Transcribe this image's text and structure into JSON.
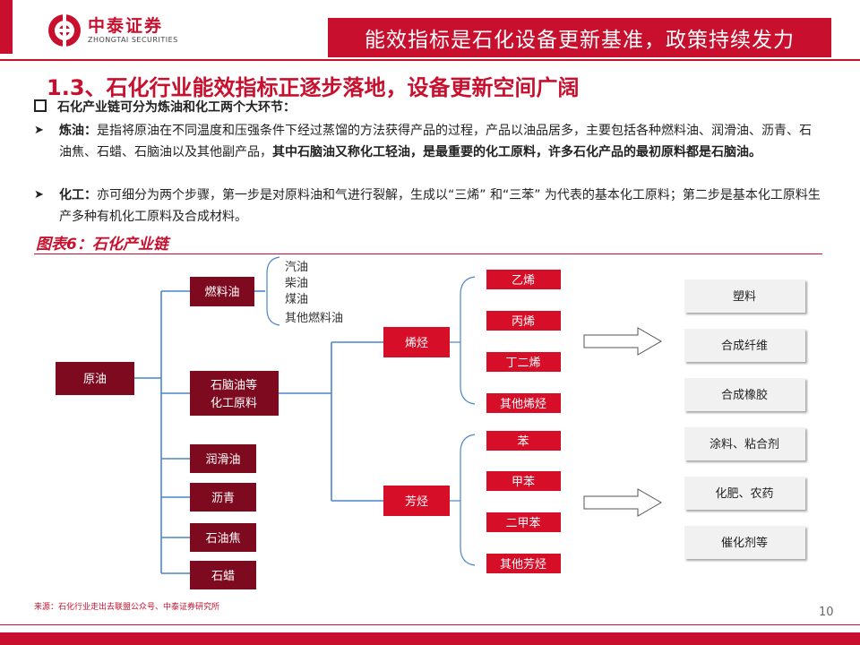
{
  "header": {
    "logo_name": "中泰证券",
    "logo_sub": "ZHONGTAI SECURITIES",
    "banner": "能效指标是石化设备更新基准，政策持续发力",
    "brand_color": "#c8102e"
  },
  "section_title": "1.3、石化行业能效指标正逐步落地，设备更新空间广阔",
  "sub_heading": "石化产业链可分为炼油和化工两个大环节：",
  "bullets": [
    {
      "label": "炼油：",
      "text": "是指将原油在不同温度和压强条件下经过蒸馏的方法获得产品的过程，产品以油品居多，主要包括各种燃料油、润滑油、沥青、石油焦、石蜡、石脑油以及其他副产品，",
      "bold_text": "其中石脑油又称化工轻油，是最重要的化工原料，许多石化产品的最初原料都是石脑油。"
    },
    {
      "label": "化工：",
      "text": "亦可细分为两个步骤，第一步是对原料油和气进行裂解，生成以“三烯” 和“三苯” 为代表的基本化工原料；第二步是基本化工原料生产多种有机化工原料及合成材料。",
      "bold_text": ""
    }
  ],
  "figure_title": "图表6：石化产业链",
  "diagram": {
    "crude": "原油",
    "fuel_oil": "燃料油",
    "fuel_products": [
      "汽油",
      "柴油",
      "煤油",
      "其他燃料油"
    ],
    "naphtha_line1": "石脑油等",
    "naphtha_line2": "化工原料",
    "refinery_products": [
      "润滑油",
      "沥青",
      "石油焦",
      "石蜡"
    ],
    "olefins": "烯烃",
    "aromatics": "芳烃",
    "olefin_items": [
      "乙烯",
      "丙烯",
      "丁二烯",
      "其他烯烃"
    ],
    "aromatic_items": [
      "苯",
      "甲苯",
      "二甲苯",
      "其他芳烃"
    ],
    "end_products": [
      "塑料",
      "合成纤维",
      "合成橡胶",
      "涂料、粘合剂",
      "化肥、农药",
      "催化剂等"
    ]
  },
  "source": "来源：石化行业走出去联盟公众号、中泰证券研究所",
  "page_number": "10"
}
